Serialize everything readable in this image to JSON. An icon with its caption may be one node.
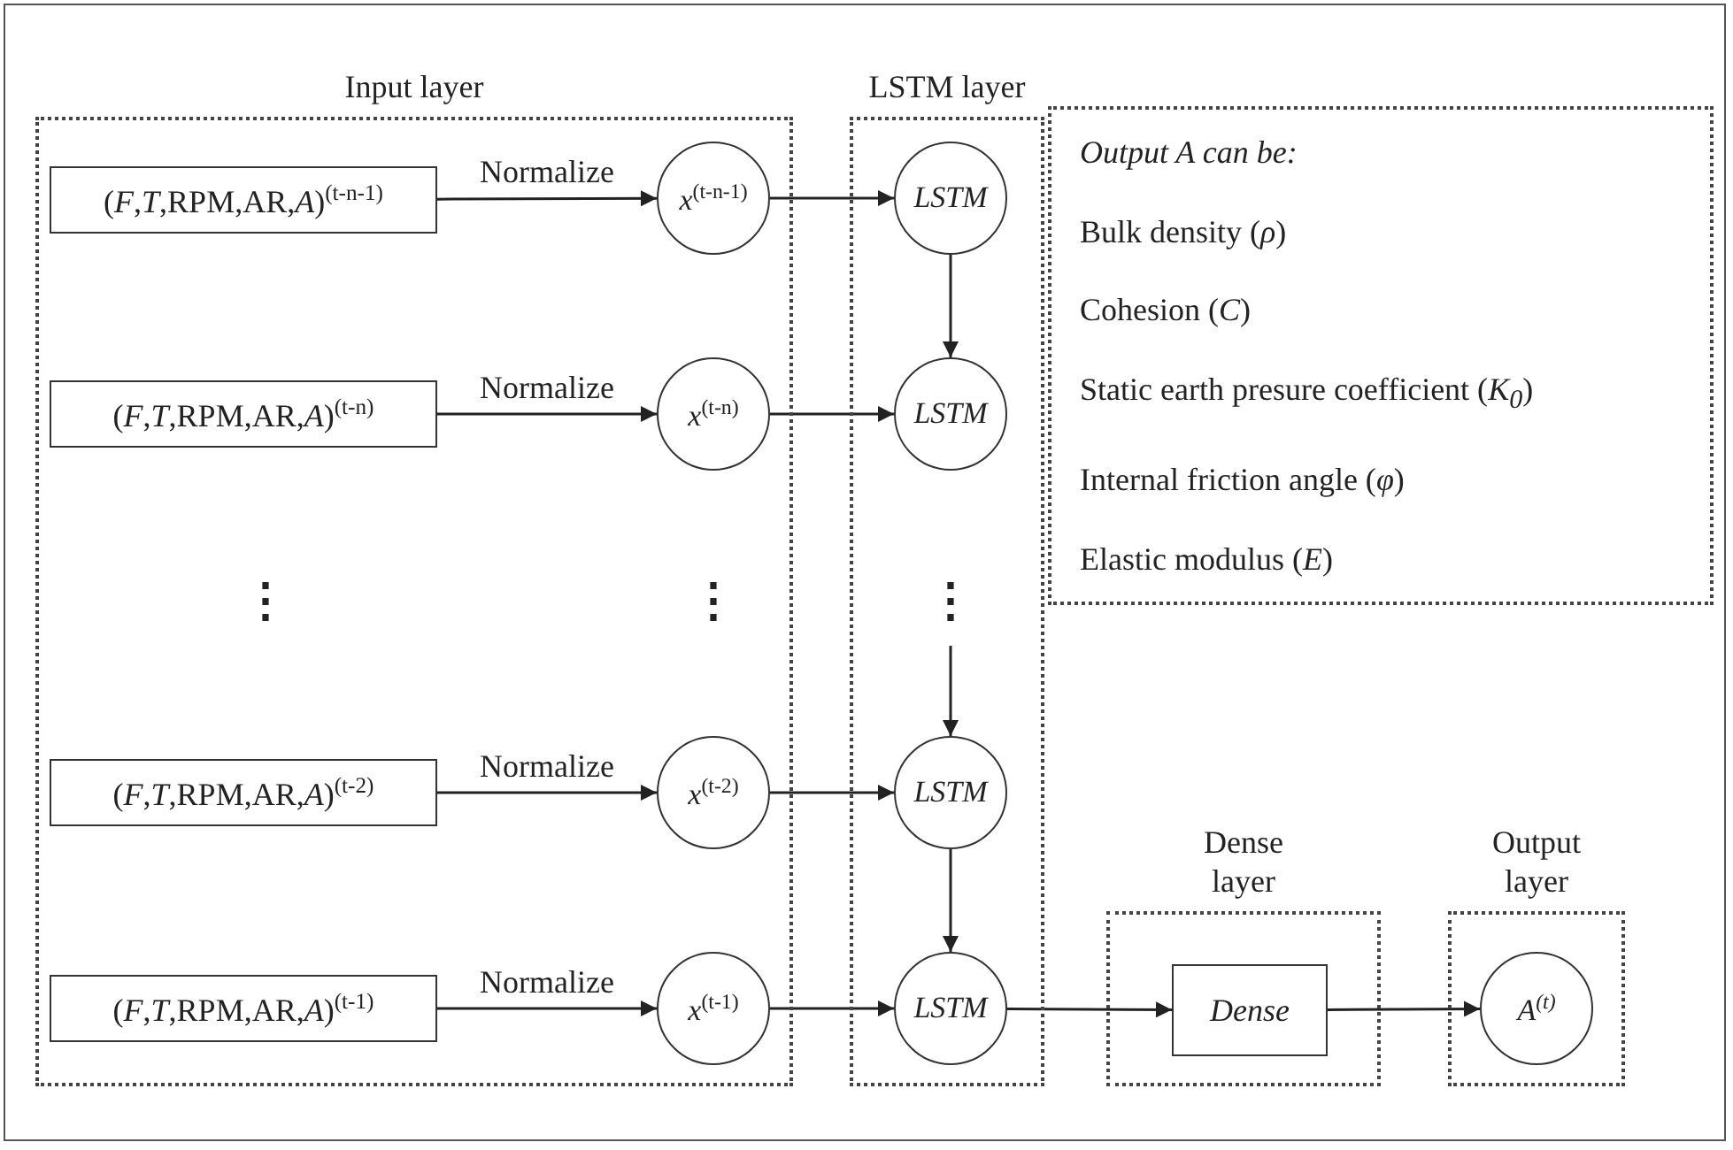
{
  "diagram": {
    "nodes": [
      {
        "text": [
          "Input layer"
        ]
      },
      {
        "text": [
          "LSTM layer"
        ]
      },
      {
        "text": [
          "Output A can be:",
          "Bulk density (*ρ*)",
          "Cohesion (*C*)",
          "Static earth presure coefficient (*K$_{0}$*)",
          "Internal friction angle (*φ*)",
          "Elastic modulus (*E*)"
        ]
      },
      {
        "text": [
          "(*F*,*T*,RPM,AR,*A*)$^{(t-n-1)}$"
        ],
        "in": 0
      },
      {
        "text": [
          "*x*$^{(t-n-1)}$"
        ],
        "in": 0
      },
      {
        "text": [
          "LSTM"
        ],
        "in": 1
      },
      {
        "text": [
          "(*F*,*T*,RPM,AR,*A*)$^{(t-n)}$"
        ],
        "in": 0
      },
      {
        "text": [
          "*x*$^{(t-n)}$"
        ],
        "in": 0
      },
      {
        "text": [
          "LSTM"
        ],
        "in": 1
      },
      {
        "text": [
          "(*F*,*T*,RPM,AR,*A*)$^{(t-2)}$"
        ],
        "in": 0
      },
      {
        "text": [
          "*x*$^{(t-2)}$"
        ],
        "in": 0
      },
      {
        "text": [
          "LSTM"
        ],
        "in": 1
      },
      {
        "text": [
          "(*F*,*T*,RPM,AR,*A*)$^{(t-1)}$"
        ],
        "in": 0
      },
      {
        "text": [
          "*x*$^{(t-1)}$"
        ],
        "in": 0
      },
      {
        "text": [
          "LSTM"
        ],
        "in": 1
      },
      {
        "text": [
          "Dense layer"
        ]
      },
      {
        "text": [
          "Dense"
        ],
        "in": 15
      },
      {
        "text": [
          "Output layer"
        ]
      },
      {
        "text": [
          "*A*$^{(t)}$"
        ],
        "in": 17
      }
    ],
    "edges": [
      {
        "from": 3,
        "to": 4,
        "arrow": "to",
        "label": "Normalize"
      },
      {
        "from": 4,
        "to": 5,
        "arrow": "to"
      },
      {
        "from": 5,
        "to": 8,
        "arrow": "to"
      },
      {
        "from": 6,
        "to": 7,
        "arrow": "to",
        "label": "Normalize"
      },
      {
        "from": 7,
        "to": 8,
        "arrow": "to"
      },
      {
        "from": null,
        "to": 11,
        "arrow": "to"
      },
      {
        "from": 9,
        "to": 10,
        "arrow": "to",
        "label": "Normalize"
      },
      {
        "from": 10,
        "to": 11,
        "arrow": "to"
      },
      {
        "from": 11,
        "to": 14,
        "arrow": "to"
      },
      {
        "from": 12,
        "to": 13,
        "arrow": "to",
        "label": "Normalize"
      },
      {
        "from": 13,
        "to": 14,
        "arrow": "to"
      },
      {
        "from": 14,
        "to": 16,
        "arrow": "to"
      },
      {
        "from": 16,
        "to": 18,
        "arrow": "to"
      }
    ],
    "labels": [
      "⋮",
      "⋮",
      "⋮"
    ]
  }
}
